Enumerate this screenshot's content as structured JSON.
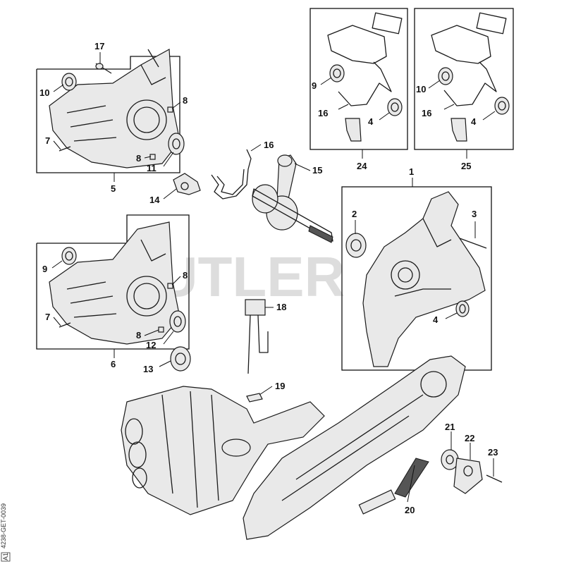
{
  "watermark": "CUTLER",
  "side_code": "4238-GET-0039",
  "side_tag": "A1",
  "labels": [
    {
      "id": "1",
      "text": "1"
    },
    {
      "id": "2",
      "text": "2"
    },
    {
      "id": "3",
      "text": "3"
    },
    {
      "id": "4a",
      "text": "4"
    },
    {
      "id": "4b",
      "text": "4"
    },
    {
      "id": "4c",
      "text": "4"
    },
    {
      "id": "5",
      "text": "5"
    },
    {
      "id": "6",
      "text": "6"
    },
    {
      "id": "7a",
      "text": "7"
    },
    {
      "id": "7b",
      "text": "7"
    },
    {
      "id": "8a",
      "text": "8"
    },
    {
      "id": "8b",
      "text": "8"
    },
    {
      "id": "8c",
      "text": "8"
    },
    {
      "id": "8d",
      "text": "8"
    },
    {
      "id": "9a",
      "text": "9"
    },
    {
      "id": "9b",
      "text": "9"
    },
    {
      "id": "10a",
      "text": "10"
    },
    {
      "id": "10b",
      "text": "10"
    },
    {
      "id": "11",
      "text": "11"
    },
    {
      "id": "12",
      "text": "12"
    },
    {
      "id": "13",
      "text": "13"
    },
    {
      "id": "14",
      "text": "14"
    },
    {
      "id": "15",
      "text": "15"
    },
    {
      "id": "16a",
      "text": "16"
    },
    {
      "id": "16b",
      "text": "16"
    },
    {
      "id": "16c",
      "text": "16"
    },
    {
      "id": "17",
      "text": "17"
    },
    {
      "id": "18",
      "text": "18"
    },
    {
      "id": "19",
      "text": "19"
    },
    {
      "id": "20",
      "text": "20"
    },
    {
      "id": "21",
      "text": "21"
    },
    {
      "id": "22",
      "text": "22"
    },
    {
      "id": "23",
      "text": "23"
    },
    {
      "id": "24",
      "text": "24"
    },
    {
      "id": "25",
      "text": "25"
    }
  ]
}
